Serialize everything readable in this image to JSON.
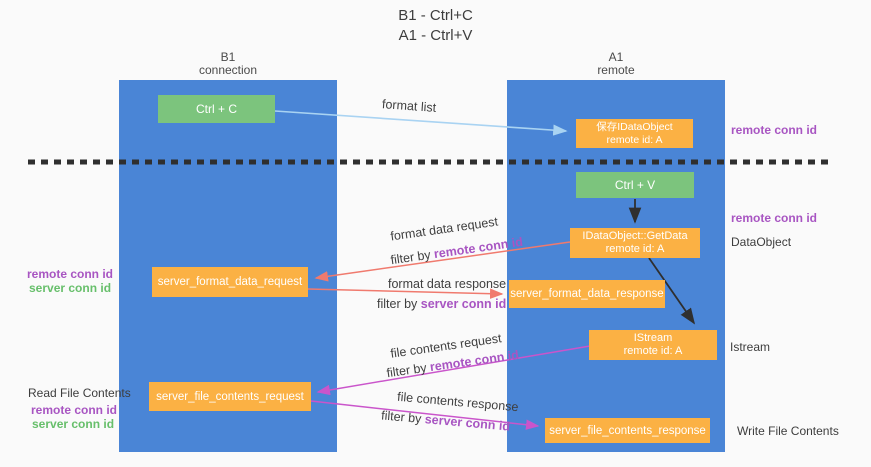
{
  "title": {
    "line1": "B1 - Ctrl+C",
    "line2": "A1 - Ctrl+V"
  },
  "columns": {
    "b1": {
      "name": "B1",
      "subtitle": "connection"
    },
    "a1": {
      "name": "A1",
      "subtitle": "remote"
    }
  },
  "nodes": {
    "ctrl_c": {
      "label": "Ctrl + C"
    },
    "ctrl_v": {
      "label": "Ctrl + V"
    },
    "save_idataobject": {
      "line1": "保存IDataObject",
      "line2": "remote id: A"
    },
    "idataobject_getdata": {
      "line1": "IDataObject::GetData",
      "line2": "remote id: A"
    },
    "istream": {
      "line1": "IStream",
      "line2": "remote id: A"
    },
    "server_format_data_request": {
      "label": "server_format_data_request"
    },
    "server_format_data_response": {
      "label": "server_format_data_response"
    },
    "server_file_contents_request": {
      "label": "server_file_contents_request"
    },
    "server_file_contents_response": {
      "label": "server_file_contents_response"
    }
  },
  "annotations": {
    "format_list": "format list",
    "remote_conn_id": "remote conn id",
    "server_conn_id": "server conn id",
    "dataobject": "DataObject",
    "istream": "Istream",
    "read_file_contents": "Read File Contents",
    "write_file_contents": "Write File Contents",
    "format_data_request": "format data request",
    "format_data_response": "format data response",
    "file_contents_request": "file contents request",
    "file_contents_response": "file contents response",
    "filter_by": "filter by"
  },
  "colors": {
    "column_blue": "#4a85d6",
    "box_orange": "#fbb144",
    "box_green": "#7cc47d",
    "purple_text": "#a855c2",
    "green_text": "#67bf6b",
    "salmon_arrow": "#f07a6e",
    "magenta_arrow": "#ca55cb",
    "lightblue_arrow": "#a9d3f2",
    "dark": "#2f2f2f"
  }
}
